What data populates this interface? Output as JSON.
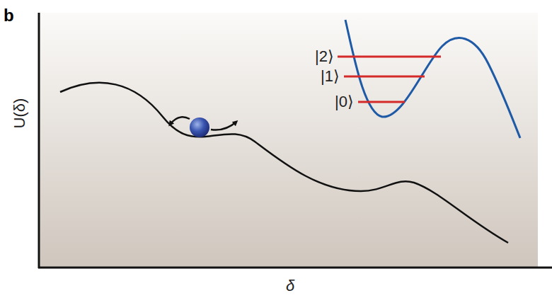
{
  "diagram": {
    "labels": [
      "b",
      "|2⟩",
      "|1⟩",
      "|0⟩",
      "U(δ)",
      "δ"
    ]
  }
}
